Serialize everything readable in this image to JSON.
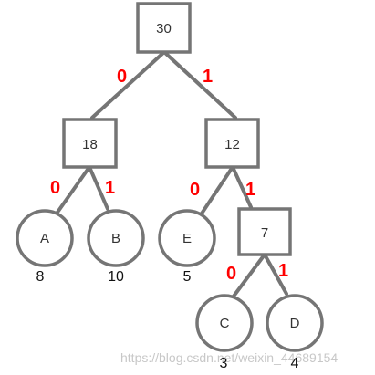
{
  "tree": {
    "internal_nodes": {
      "root": "30",
      "left": "18",
      "right": "12",
      "inner": "7"
    },
    "leaves": {
      "A": {
        "label": "A",
        "weight": "8"
      },
      "B": {
        "label": "B",
        "weight": "10"
      },
      "E": {
        "label": "E",
        "weight": "5"
      },
      "C": {
        "label": "C",
        "weight": "3"
      },
      "D": {
        "label": "D",
        "weight": "4"
      }
    },
    "edge_labels": {
      "root_left": "0",
      "root_right": "1",
      "n18_A": "0",
      "n18_B": "1",
      "n12_E": "0",
      "n12_7": "1",
      "n7_C": "0",
      "n7_D": "1"
    }
  },
  "watermark": "https://blog.csdn.net/weixin_44689154",
  "colors": {
    "stroke": "#757575",
    "edge_label": "#ff0000"
  }
}
